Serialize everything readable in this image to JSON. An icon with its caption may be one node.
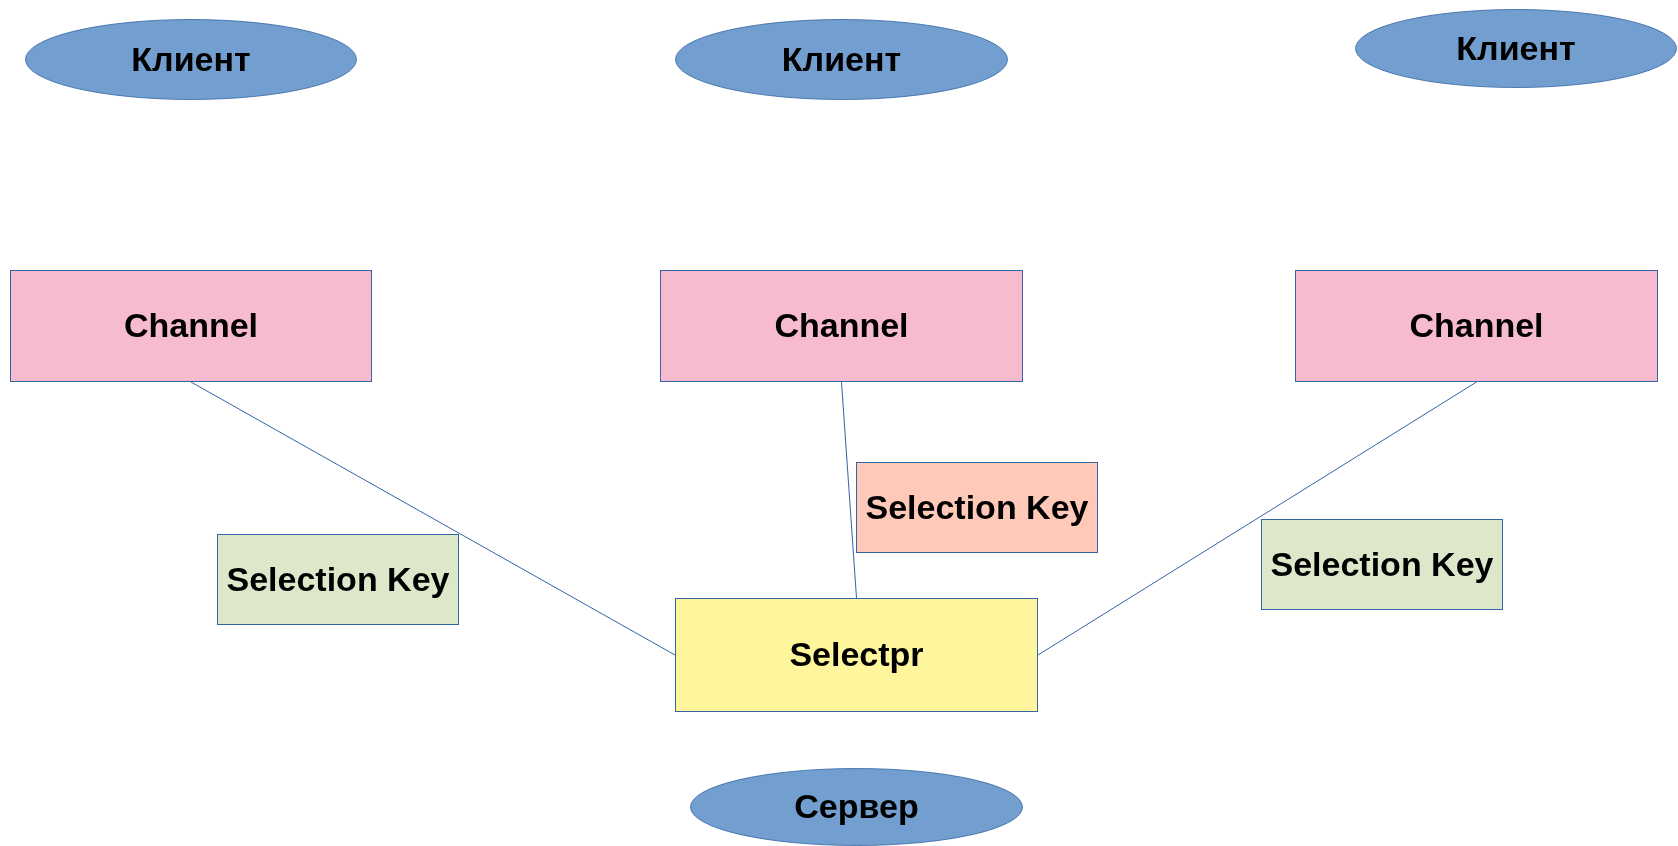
{
  "diagram": {
    "nodes": [
      {
        "text": [
          "Клиент"
        ]
      },
      {
        "text": [
          "Клиент"
        ]
      },
      {
        "text": [
          "Клиент"
        ]
      },
      {
        "text": [
          "Channel"
        ]
      },
      {
        "text": [
          "Channel"
        ]
      },
      {
        "text": [
          "Channel"
        ]
      },
      {
        "text": [
          "Selection Key"
        ]
      },
      {
        "text": [
          "Selection Key"
        ]
      },
      {
        "text": [
          "Selection Key"
        ]
      },
      {
        "text": [
          "Selectpr"
        ]
      },
      {
        "text": [
          "Сервер"
        ]
      }
    ],
    "edges": [
      {
        "from": 3,
        "to": 9,
        "arrow": "none"
      },
      {
        "from": 4,
        "to": 9,
        "arrow": "none"
      },
      {
        "from": 5,
        "to": 9,
        "arrow": "none"
      }
    ]
  }
}
